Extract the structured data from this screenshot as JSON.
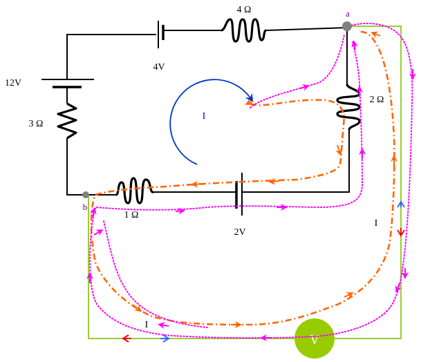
{
  "labels": {
    "r_top": "4 Ω",
    "v_top": "4V",
    "node_a": "a",
    "r_right": "2 Ω",
    "v_left": "12V",
    "r_left": "3 Ω",
    "current_loop": "I",
    "node_b": "b",
    "r_bottom": "1 Ω",
    "v_bottom": "2V",
    "current_right": "I",
    "current_bottom": "I",
    "voltmeter": "V"
  },
  "colors": {
    "wire": "#000000",
    "voltmeter_wire": "#99cc33",
    "voltmeter_fill": "#99cc00",
    "loop_arrow": "#0033cc",
    "orange_path": "#ff6600",
    "pink_path": "#ff00ff",
    "node_dot": "#808080",
    "label_text": "#000000",
    "node_label_text": "#660099",
    "current_label_text": "#0000cc",
    "arrow_red": "#ff0000",
    "arrow_blue": "#3366ff"
  }
}
